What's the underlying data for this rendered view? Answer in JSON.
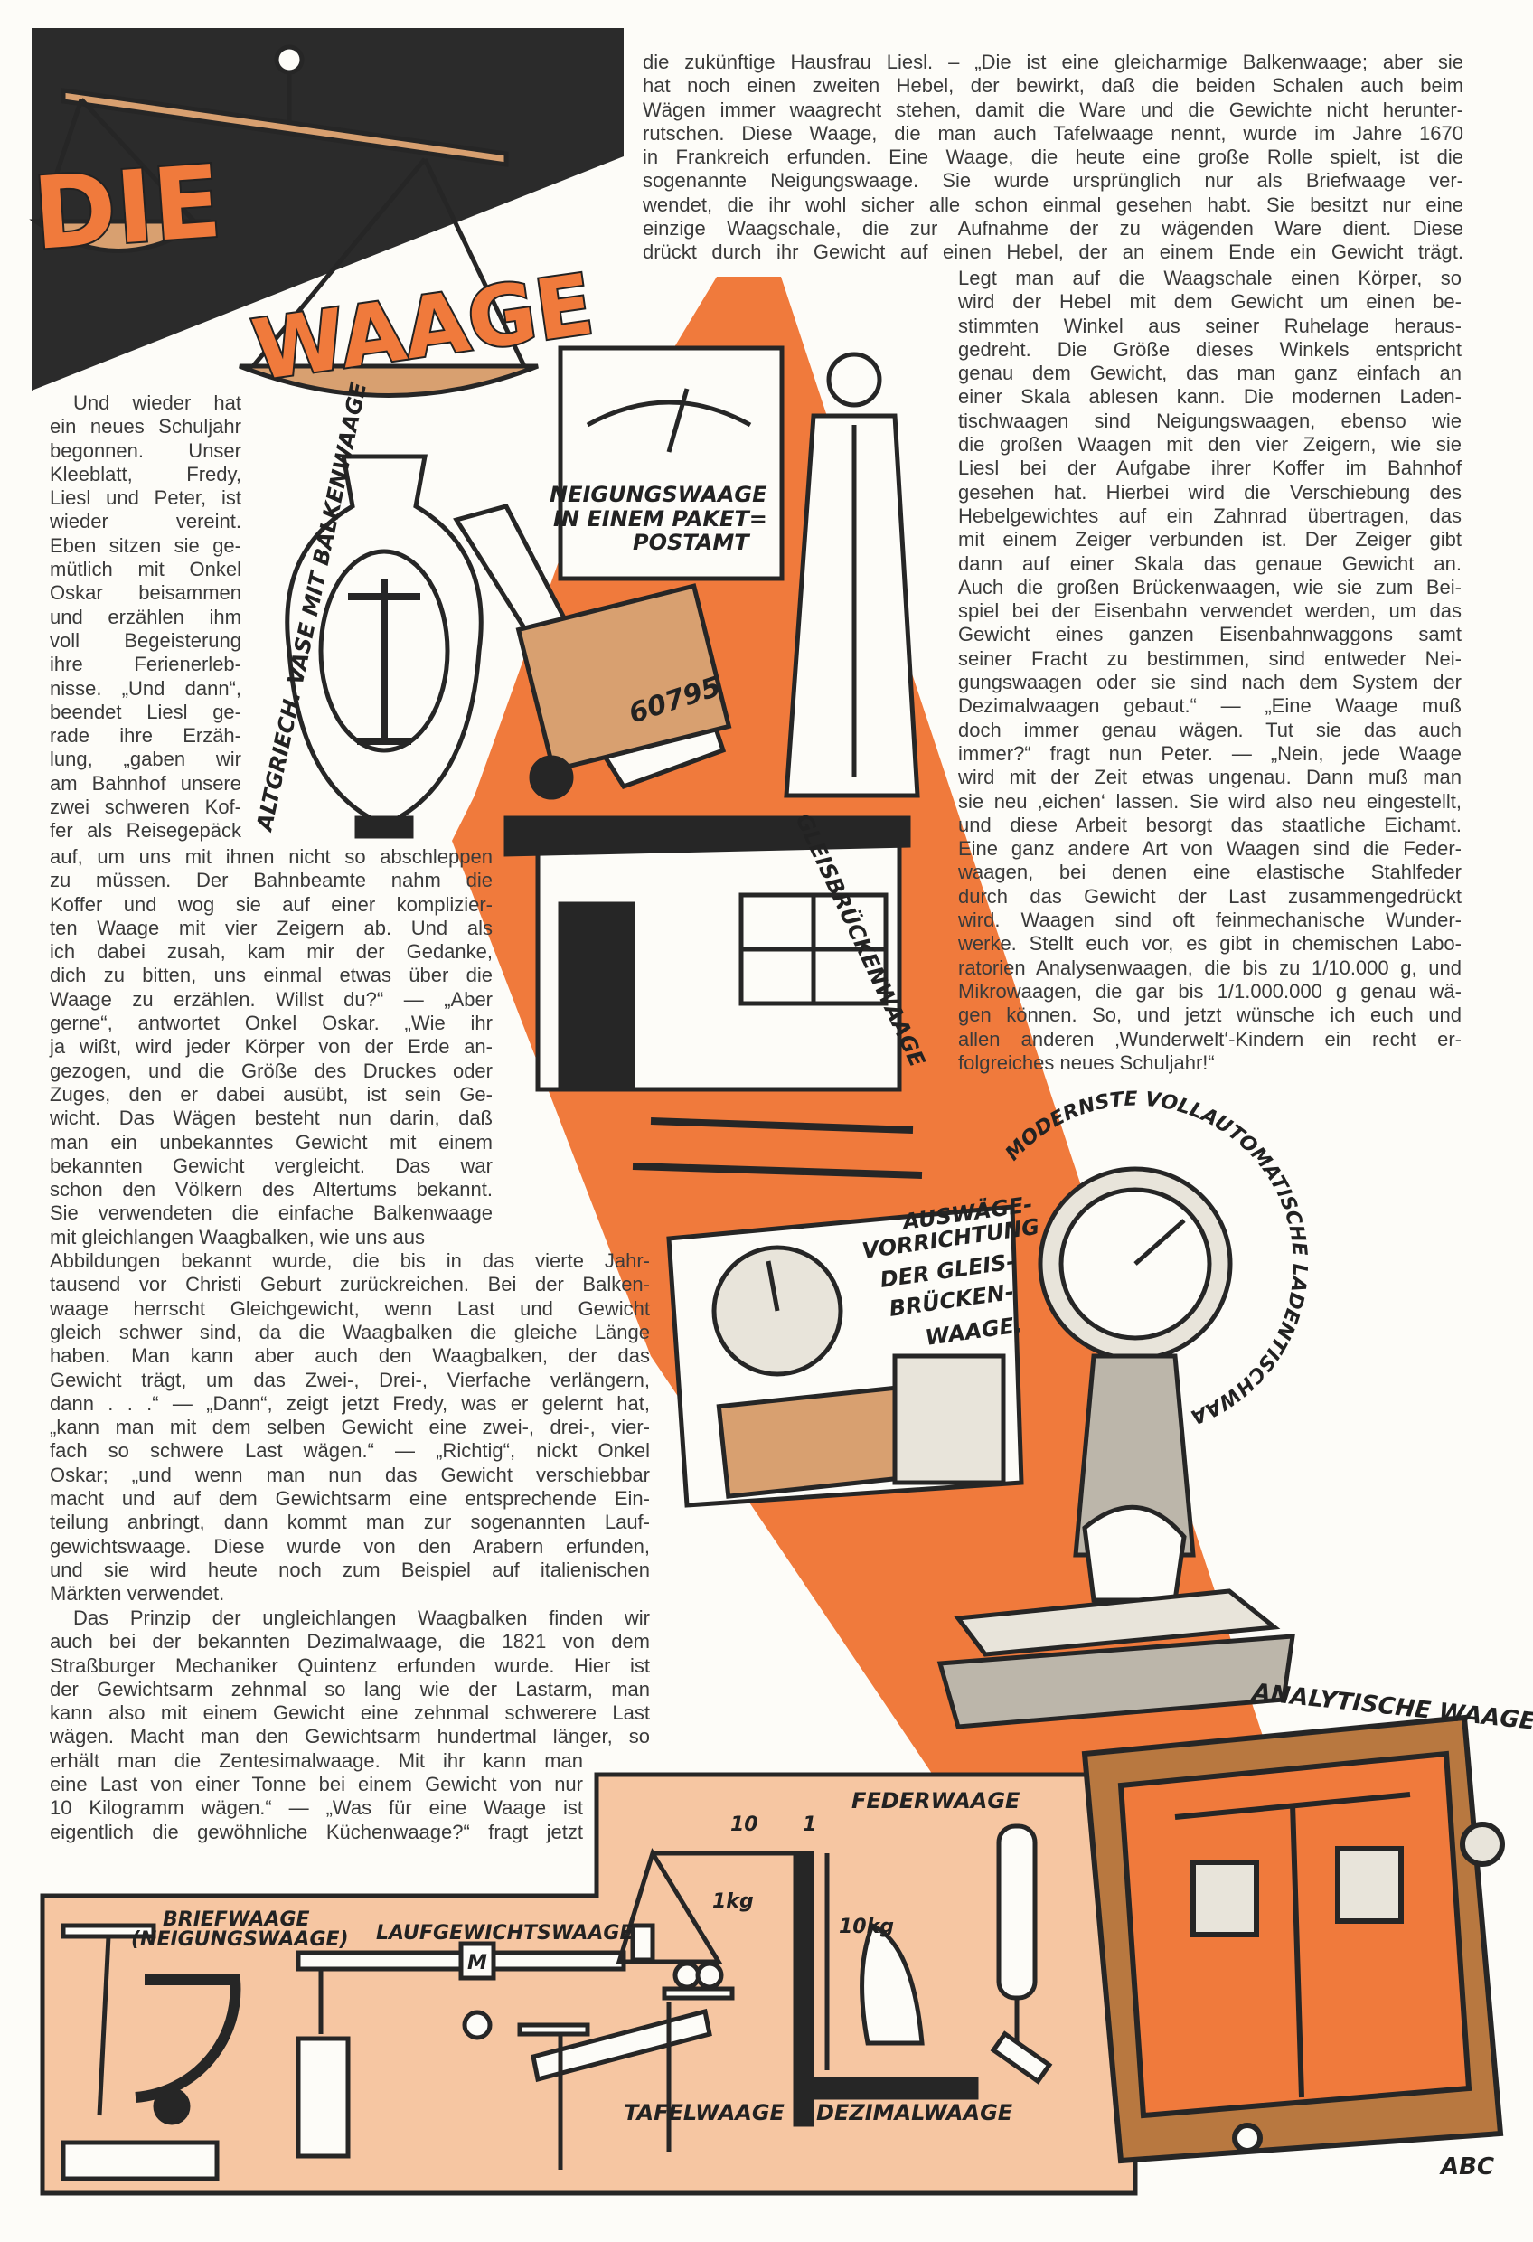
{
  "title": {
    "line1": "DIE",
    "line2": "WAAGE"
  },
  "top_block": {
    "lines": [
      "die zukünftige Hausfrau Liesl. – „Die ist eine gleicharmige Balkenwaage; aber sie",
      "hat noch einen zweiten Hebel, der bewirkt, daß die beiden Schalen auch beim",
      "Wägen immer waagrecht stehen, damit die Ware und die Gewichte nicht herunter-",
      "rutschen. Diese Waage, die man auch Tafelwaage nennt, wurde im Jahre 1670",
      "in Frankreich erfunden. Eine Waage, die heute eine große Rolle spielt, ist die",
      "sogenannte Neigungswaage. Sie wurde ursprünglich nur als Briefwaage ver-",
      "wendet, die ihr wohl sicher alle schon einmal gesehen habt. Sie besitzt nur eine",
      "einzige Waagschale, die zur Aufnahme der zu wägenden Ware dient. Diese",
      "drückt durch ihr Gewicht auf einen Hebel, der an einem Ende ein Gewicht trägt."
    ]
  },
  "right_column": {
    "lines": [
      "Legt man auf die Waagschale einen Körper, so",
      "wird der Hebel mit dem Gewicht um einen be-",
      "stimmten Winkel aus seiner Ruhelage heraus-",
      "gedreht. Die Größe dieses Winkels entspricht",
      "genau dem Gewicht, das man ganz einfach an",
      "einer Skala ablesen kann. Die modernen Laden-",
      "tischwaagen sind Neigungswaagen, ebenso wie",
      "die großen Waagen mit den vier Zeigern, wie sie",
      "Liesl bei der Aufgabe ihrer Koffer im Bahnhof",
      "gesehen hat. Hierbei wird die Verschiebung des",
      "Hebelgewichtes auf ein Zahnrad übertragen, das",
      "mit einem Zeiger verbunden ist. Der Zeiger gibt",
      "dann auf einer Skala das genaue Gewicht an.",
      "Auch die großen Brückenwaagen, wie sie zum Bei-",
      "spiel bei der Eisenbahn verwendet werden, um das",
      "Gewicht eines ganzen Eisenbahnwaggons samt",
      "seiner Fracht zu bestimmen, sind entweder Nei-",
      "gungswaagen oder sie sind nach dem System der",
      "Dezimalwaagen gebaut.“ — „Eine Waage muß",
      "doch immer genau wägen. Tut sie das auch",
      "immer?“ fragt nun Peter. — „Nein, jede Waage",
      "wird mit der Zeit etwas ungenau. Dann muß man",
      "sie neu ‚eichen‘ lassen. Sie wird also neu eingestellt,",
      "und diese Arbeit besorgt das staatliche Eichamt.",
      "Eine ganz andere Art von Waagen sind die Feder-",
      "waagen, bei denen eine elastische Stahlfeder",
      "durch das Gewicht der Last zusammengedrückt",
      "wird. Waagen sind oft feinmechanische Wunder-",
      "werke. Stellt euch vor, es gibt in chemischen Labo-",
      "ratorien Analysenwaagen, die bis zu 1/10.000 g, und",
      "Mikrowaagen, die gar bis 1/1.000.000 g genau wä-",
      "gen können. So, und jetzt wünsche ich euch und",
      "allen anderen ‚Wunderwelt‘-Kindern ein recht er-",
      "folgreiches neues Schuljahr!“"
    ]
  },
  "left_narrow": {
    "lines": [
      "Und wieder hat",
      "ein neues Schuljahr",
      "begonnen. Unser",
      "Kleeblatt, Fredy,",
      "Liesl und Peter, ist",
      "wieder vereint.",
      "Eben sitzen sie ge-",
      "mütlich mit Onkel",
      "Oskar beisammen",
      "und erzählen ihm",
      "voll Begeisterung",
      "ihre Ferienerleb-",
      "nisse. „Und dann“,",
      "beendet Liesl ge-",
      "rade ihre Erzäh-",
      "lung, „gaben wir",
      "am Bahnhof unsere",
      "zwei schweren Kof-",
      "fer als Reisegepäck"
    ]
  },
  "left_wide": {
    "lines": [
      "auf, um uns mit ihnen nicht so abschleppen",
      "zu müssen. Der Bahnbeamte nahm die",
      "Koffer und wog sie auf einer komplizier-",
      "ten Waage mit vier Zeigern ab. Und als",
      "ich dabei zusah, kam mir der Gedanke,",
      "dich zu bitten, uns einmal etwas über die",
      "Waage zu erzählen. Willst du?“ — „Aber",
      "gerne“, antwortet Onkel Oskar. „Wie ihr",
      "ja wißt, wird jeder Körper von der Erde an-",
      "gezogen, und die Größe des Druckes oder",
      "Zuges, den er dabei ausübt, ist sein Ge-",
      "wicht. Das Wägen besteht nun darin, daß",
      "man ein unbekanntes Gewicht mit einem",
      "bekannten Gewicht vergleicht. Das war",
      "schon den Völkern des Altertums bekannt.",
      "Sie verwendeten die einfache Balkenwaage",
      "mit gleichlangen Waagbalken, wie uns aus",
      "Abbildungen bekannt wurde, die bis in das vierte Jahr-",
      "tausend vor Christi Geburt zurückreichen. Bei der Balken-",
      "waage herrscht Gleichgewicht, wenn Last und Gewicht",
      "gleich schwer sind, da die Waagbalken die gleiche Länge",
      "haben. Man kann aber auch den Waagbalken, der das",
      "Gewicht trägt, um das Zwei-, Drei-, Vierfache verlängern,",
      "dann . . .“ — „Dann“, zeigt jetzt Fredy, was er gelernt hat,",
      "„kann man mit dem selben Gewicht eine zwei-, drei-, vier-",
      "fach so schwere Last wägen.“ — „Richtig“, nickt Onkel",
      "Oskar; „und wenn man nun das Gewicht verschiebbar",
      "macht und auf dem Gewichtsarm eine entsprechende Ein-",
      "teilung anbringt, dann kommt man zur sogenannten Lauf-",
      "gewichtswaage. Diese wurde von den Arabern erfunden,",
      "und sie wird heute noch zum Beispiel auf italienischen",
      "Märkten verwendet."
    ]
  },
  "lower_paragraph": {
    "lines": [
      "Das Prinzip der ungleichlangen Waagbalken finden wir",
      "auch bei der bekannten Dezimalwaage, die 1821 von dem",
      "Straßburger Mechaniker Quintenz erfunden wurde. Hier ist",
      "der Gewichtsarm zehnmal so lang wie der Lastarm, man",
      "kann also mit einem Gewicht eine zehnmal schwerere Last",
      "wägen. Macht man den Gewichtsarm hundertmal länger, so",
      "erhält man die Zentesimalwaage. Mit ihr kann man",
      "eine Last von einer Tonne bei einem Gewicht von nur",
      "10 Kilogramm wägen.“ — „Was für eine Waage ist",
      "eigentlich die gewöhnliche Küchenwaage?“ fragt jetzt"
    ]
  },
  "illustrations": {
    "vase_caption": "ALTGRIECH. VASE MIT BALKENWAAGE",
    "postamt_caption_1": "NEIGUNGSWAAGE",
    "postamt_caption_2": "IN EINEM PAKET=",
    "postamt_caption_3": "POSTAMT",
    "crate_number": "60795",
    "gleis_caption": "GLEISBRÜCKENWAAGE",
    "auswaege_caption": [
      "AUSWÄGE-",
      "VORRICHTUNG",
      "DER GLEIS-",
      "BRÜCKEN-",
      "WAAGE."
    ],
    "laden_caption": "MODERNSTE VOLLAUTOMATISCHE LADENTISCHWAAGE",
    "analytisch_caption": "ANALYTISCHE WAAGE",
    "federwaage": "FEDERWAAGE",
    "arm_10": "10",
    "arm_1": "1",
    "weight_1kg": "1kg",
    "weight_10kg": "10kg",
    "briefwaage_1": "BRIEFWAAGE",
    "briefwaage_2": "(NEIGUNGSWAAGE)",
    "laufgewicht": "LAUFGEWICHTSWAAGE",
    "laufgewicht_marker": "M",
    "tafelwaage": "TAFELWAAGE",
    "dezimalwaage": "DEZIMALWAAGE",
    "signature": "ABC"
  },
  "colors": {
    "orange": "#f07a3c",
    "peach": "#f6c6a2",
    "ink": "#262626",
    "text": "#3a3a3a"
  }
}
